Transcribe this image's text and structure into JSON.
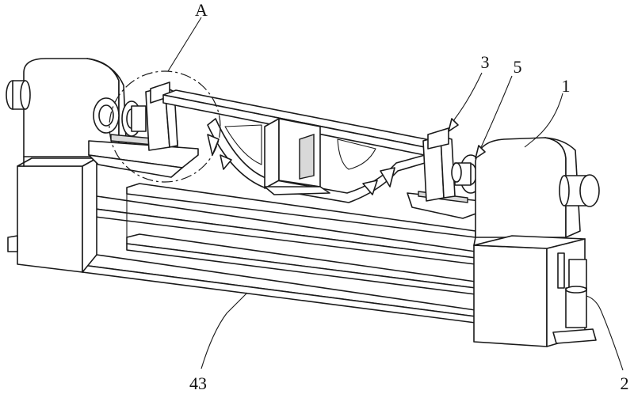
{
  "labels": {
    "detail_view": "A",
    "part_1": "1",
    "part_2": "2",
    "part_3": "3",
    "part_5": "5",
    "part_43": "43"
  },
  "colors": {
    "line": "#1a1a1a",
    "background": "#ffffff",
    "shade": "#d9d9d9"
  }
}
